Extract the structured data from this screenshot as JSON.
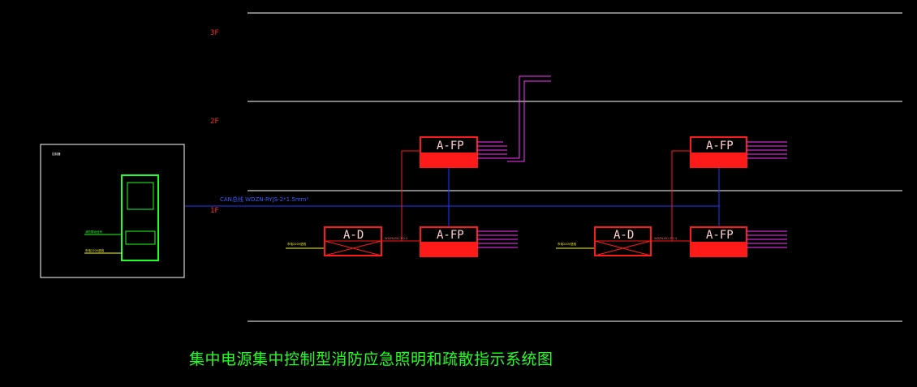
{
  "drawing": {
    "title": "集中电源集中控制型消防应急照明和疏散指示系统图",
    "floor_labels": [
      "3F",
      "2F",
      "1F"
    ],
    "bus_label": "CAN总线 WDZN-RYJS-2*1.5mm²",
    "node_fp": "A-FP",
    "node_d": "A-D",
    "panel_title": "控制器",
    "panel_legend": [
      "消防联动信号",
      "市电220V进线"
    ],
    "feed_label": "市电220V进线",
    "link_label": "WDZN-BYJ-3*2.5"
  },
  "colors": {
    "background": "#000000",
    "floor_line": "#ffffff",
    "node_red": "#ff1a1a",
    "branch_magenta": "#ff33ff",
    "bus_blue": "#1f3bff",
    "panel_green": "#22ff22",
    "feed_yellow": "#ffff00",
    "title_green": "#22ff22"
  }
}
